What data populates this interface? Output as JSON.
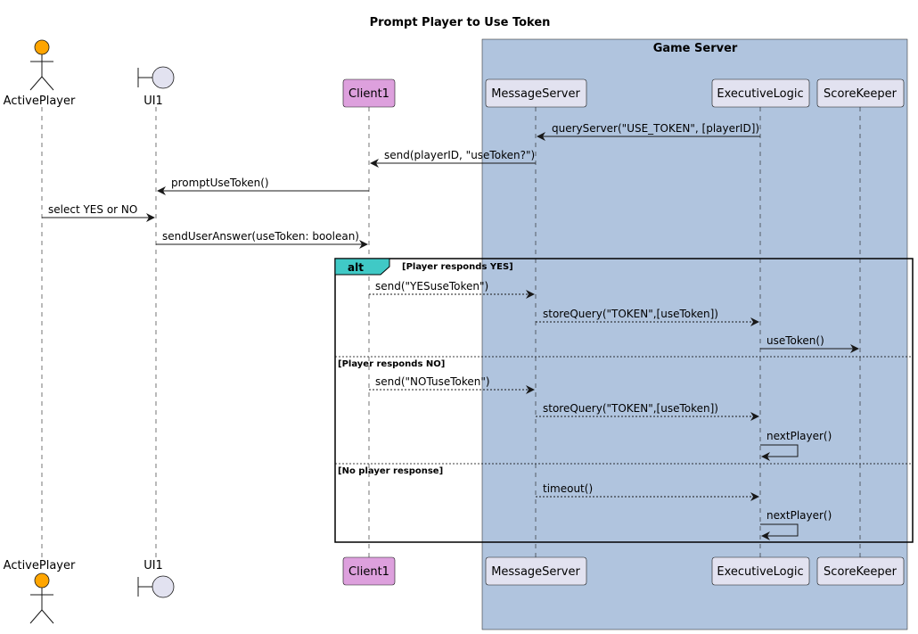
{
  "diagram": {
    "title": "Prompt Player to Use Token",
    "server_group": {
      "label": "Game Server",
      "fill": "#b0c4de"
    },
    "participants": [
      {
        "id": "active_player",
        "label": "ActivePlayer",
        "kind": "actor"
      },
      {
        "id": "ui1",
        "label": "UI1",
        "kind": "boundary"
      },
      {
        "id": "client1",
        "label": "Client1",
        "kind": "box-pink"
      },
      {
        "id": "message_server",
        "label": "MessageServer",
        "kind": "box"
      },
      {
        "id": "executive_logic",
        "label": "ExecutiveLogic",
        "kind": "box"
      },
      {
        "id": "score_keeper",
        "label": "ScoreKeeper",
        "kind": "box"
      }
    ],
    "messages": [
      {
        "from": "executive_logic",
        "to": "message_server",
        "label": "queryServer(\"USE_TOKEN\", [playerID])",
        "style": "solid"
      },
      {
        "from": "message_server",
        "to": "client1",
        "label": "send(playerID, \"useToken?\")",
        "style": "solid"
      },
      {
        "from": "client1",
        "to": "ui1",
        "label": "promptUseToken()",
        "style": "solid"
      },
      {
        "from": "active_player",
        "to": "ui1",
        "label": "select YES or NO",
        "style": "solid"
      },
      {
        "from": "ui1",
        "to": "client1",
        "label": "sendUserAnswer(useToken: boolean)",
        "style": "solid"
      },
      {
        "from": "client1",
        "to": "message_server",
        "label": "send(\"YESuseToken\")",
        "style": "dashed"
      },
      {
        "from": "message_server",
        "to": "executive_logic",
        "label": "storeQuery(\"TOKEN\",[useToken])",
        "style": "dashed"
      },
      {
        "from": "executive_logic",
        "to": "score_keeper",
        "label": "useToken()",
        "style": "solid"
      },
      {
        "from": "client1",
        "to": "message_server",
        "label": "send(\"NOTuseToken\")",
        "style": "dashed"
      },
      {
        "from": "message_server",
        "to": "executive_logic",
        "label": "storeQuery(\"TOKEN\",[useToken])",
        "style": "dashed"
      },
      {
        "from": "executive_logic",
        "to": "executive_logic",
        "label": "nextPlayer()",
        "style": "self"
      },
      {
        "from": "message_server",
        "to": "executive_logic",
        "label": "timeout()",
        "style": "dashed"
      },
      {
        "from": "executive_logic",
        "to": "executive_logic",
        "label": "nextPlayer()",
        "style": "self"
      }
    ],
    "alt_fragment": {
      "tag": "alt",
      "tag_color": "#40c9c6",
      "guards": [
        "[Player responds YES]",
        "[Player responds NO]",
        "[No player response]"
      ]
    },
    "colors": {
      "actor": "#ffa500",
      "client": "#dda0dd",
      "box": "#e2e2f0"
    }
  }
}
